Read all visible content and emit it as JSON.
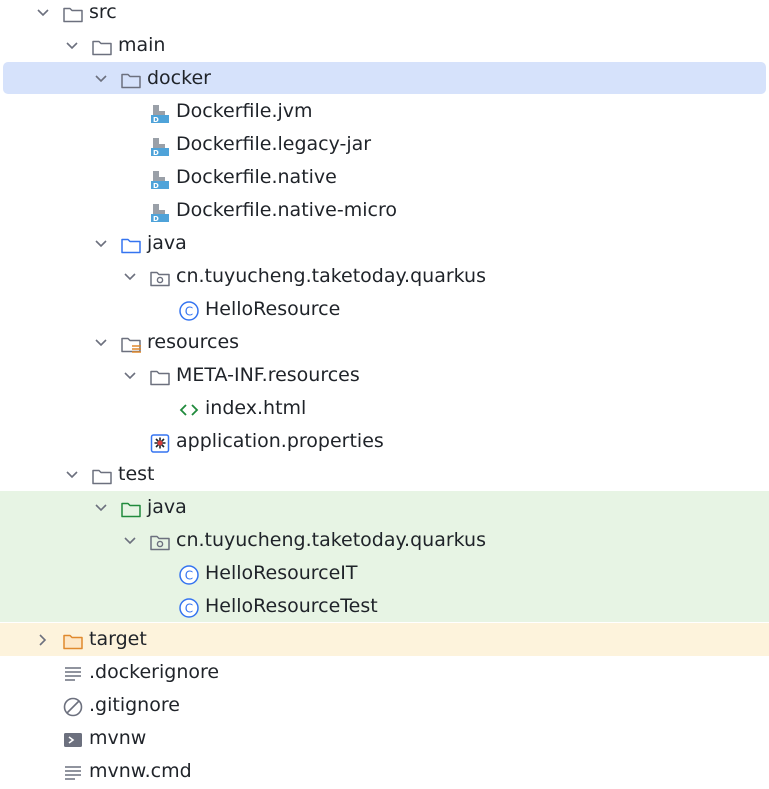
{
  "tree": [
    {
      "label": "src",
      "depth": 0,
      "chevron": "down",
      "icon": "folder-icon"
    },
    {
      "label": "main",
      "depth": 1,
      "chevron": "down",
      "icon": "folder-icon"
    },
    {
      "label": "docker",
      "depth": 2,
      "chevron": "down",
      "icon": "folder-icon",
      "selected": true
    },
    {
      "label": "Dockerfile.jvm",
      "depth": 3,
      "icon": "dockerfile-icon"
    },
    {
      "label": "Dockerfile.legacy-jar",
      "depth": 3,
      "icon": "dockerfile-icon"
    },
    {
      "label": "Dockerfile.native",
      "depth": 3,
      "icon": "dockerfile-icon"
    },
    {
      "label": "Dockerfile.native-micro",
      "depth": 3,
      "icon": "dockerfile-icon"
    },
    {
      "label": "java",
      "depth": 2,
      "chevron": "down",
      "icon": "source-folder-icon"
    },
    {
      "label": "cn.tuyucheng.taketoday.quarkus",
      "depth": 3,
      "chevron": "down",
      "icon": "package-icon"
    },
    {
      "label": "HelloResource",
      "depth": 4,
      "icon": "class-icon"
    },
    {
      "label": "resources",
      "depth": 2,
      "chevron": "down",
      "icon": "resources-folder-icon"
    },
    {
      "label": "META-INF.resources",
      "depth": 3,
      "chevron": "down",
      "icon": "folder-icon"
    },
    {
      "label": "index.html",
      "depth": 4,
      "icon": "html-icon"
    },
    {
      "label": "application.properties",
      "depth": 3,
      "icon": "properties-icon"
    },
    {
      "label": "test",
      "depth": 1,
      "chevron": "down",
      "icon": "folder-icon"
    },
    {
      "label": "java",
      "depth": 2,
      "chevron": "down",
      "icon": "test-source-folder-icon"
    },
    {
      "label": "cn.tuyucheng.taketoday.quarkus",
      "depth": 3,
      "chevron": "down",
      "icon": "package-icon"
    },
    {
      "label": "HelloResourceIT",
      "depth": 4,
      "icon": "class-icon"
    },
    {
      "label": "HelloResourceTest",
      "depth": 4,
      "icon": "class-icon"
    },
    {
      "label": "target",
      "depth": 0,
      "chevron": "right",
      "icon": "excluded-folder-icon"
    },
    {
      "label": ".dockerignore",
      "depth": 0,
      "icon": "text-file-icon"
    },
    {
      "label": ".gitignore",
      "depth": 0,
      "icon": "ignore-file-icon"
    },
    {
      "label": "mvnw",
      "depth": 0,
      "icon": "shell-script-icon"
    },
    {
      "label": "mvnw.cmd",
      "depth": 0,
      "icon": "text-file-icon"
    }
  ],
  "colors": {
    "selection": "#d6e2fb",
    "test_area": "#e7f4e4",
    "excluded_area": "#fdf3dc",
    "source_folder": "#3574f0",
    "test_folder": "#208a3c",
    "excluded_folder": "#e0892d",
    "class_icon": "#3574f0"
  }
}
